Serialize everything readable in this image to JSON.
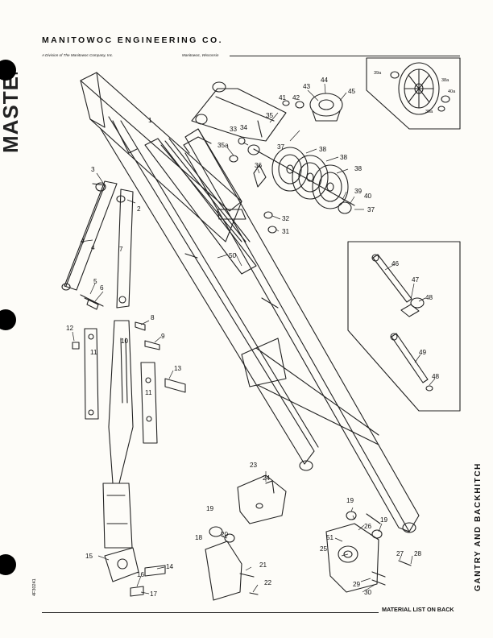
{
  "header": {
    "company": "MANITOWOC ENGINEERING CO.",
    "subtitle": "A Division of The Manitowoc Company, Inc.",
    "location": "Manitowoc, Wisconsin"
  },
  "stamp": {
    "text": "MASTER"
  },
  "side_title": "GANTRY AND BACKHITCH",
  "side_code": "4F30241",
  "footer": {
    "note": "MATERIAL LIST ON BACK"
  },
  "callouts": {
    "c1": "1",
    "c2": "2",
    "c3": "3",
    "c4a": "4",
    "c4b": "4",
    "c5": "5",
    "c6": "6",
    "c7": "7",
    "c8": "8",
    "c9": "9",
    "c10": "10",
    "c11a": "11",
    "c11b": "11",
    "c12": "12",
    "c13": "13",
    "c14": "14",
    "c15": "15",
    "c16": "16",
    "c17": "17",
    "c18": "18",
    "c19a": "19",
    "c19b": "19",
    "c19c": "19",
    "c20": "20",
    "c21": "21",
    "c22": "22",
    "c23": "23",
    "c24": "24",
    "c25": "25",
    "c26": "26",
    "c27": "27",
    "c28": "28",
    "c29": "29",
    "c30": "30",
    "c31": "31",
    "c32": "32",
    "c33": "33",
    "c34": "34",
    "c35": "35",
    "c35a": "35a",
    "c36": "36",
    "c37a": "37",
    "c37b": "37",
    "c38a": "38",
    "c38b": "38",
    "c38c": "38",
    "c39": "39",
    "c40": "40",
    "c41": "41",
    "c42": "42",
    "c43": "43",
    "c44": "44",
    "c45": "45",
    "c46": "46",
    "c47": "47",
    "c48a": "48",
    "c48b": "48",
    "c49": "49",
    "c50": "50",
    "c51": "51",
    "c39a1": "39a",
    "c38a1": "38a",
    "c40a": "40a",
    "c39a2": "39a"
  }
}
